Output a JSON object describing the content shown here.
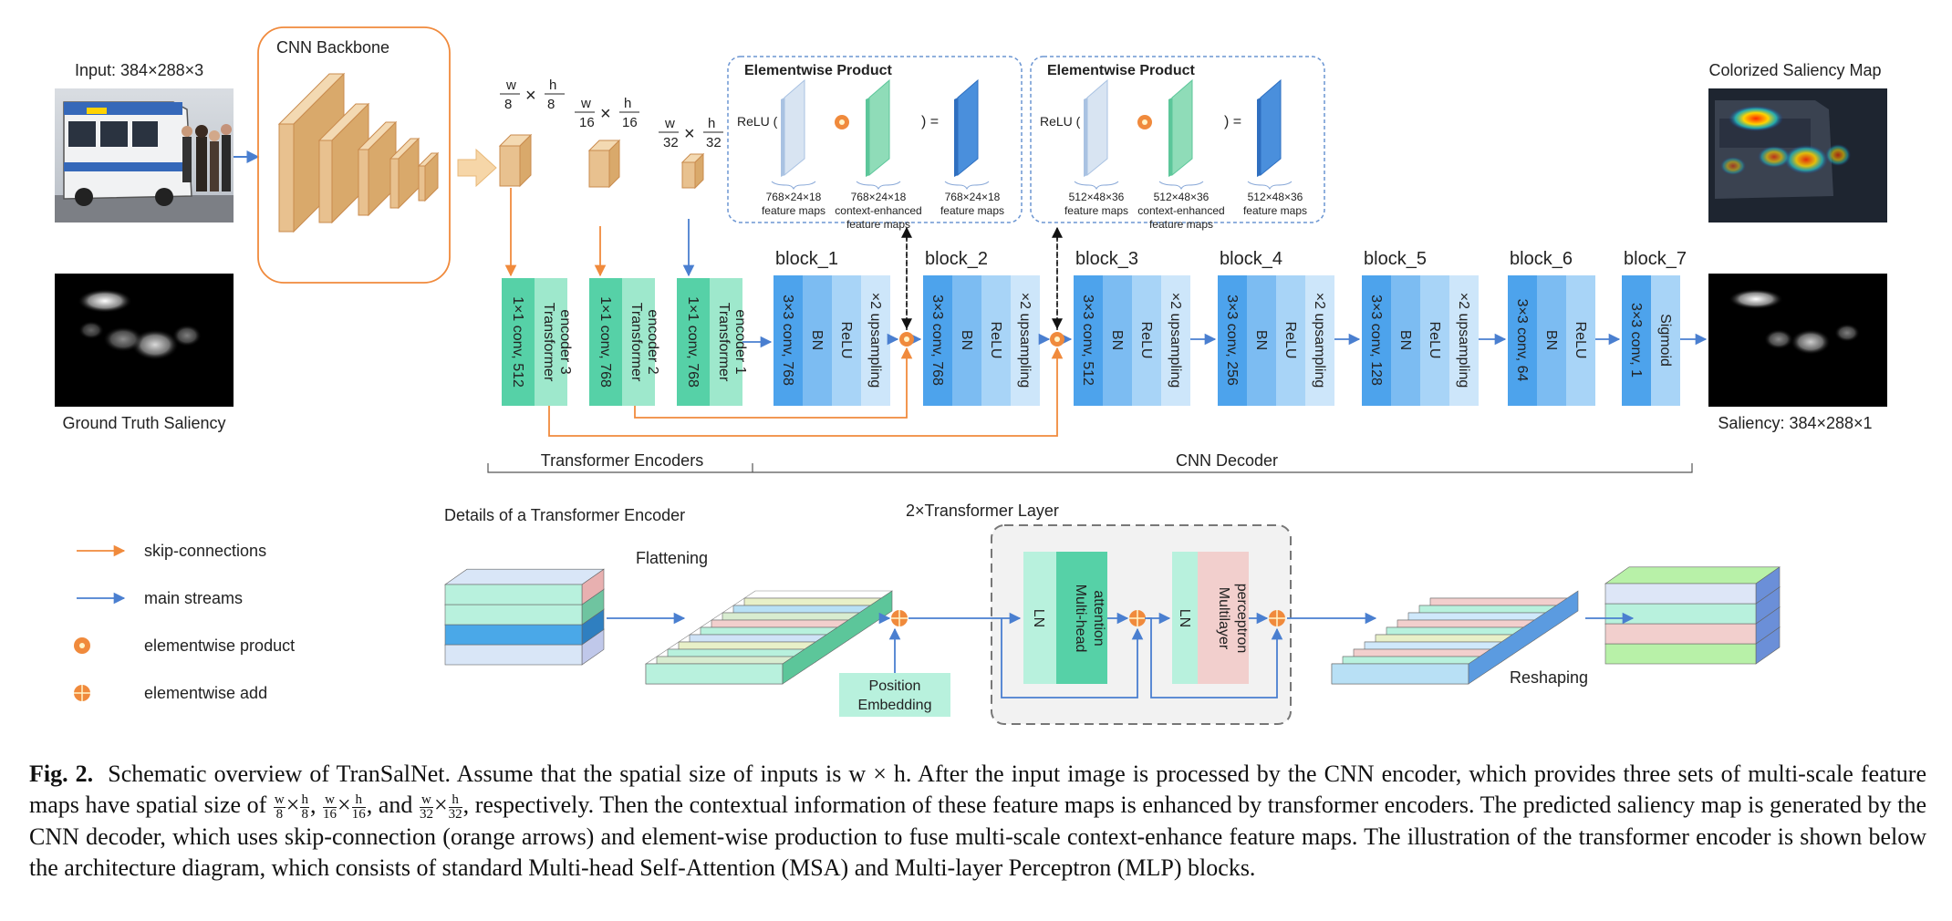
{
  "input": {
    "label": "Input: 384×288×3",
    "photo_icon": "bus-photo-icon"
  },
  "ground_truth": {
    "label": "Ground Truth Saliency"
  },
  "output": {
    "colorized_label": "Colorized Saliency Map",
    "saliency_label": "Saliency: 384×288×1"
  },
  "backbone": {
    "label": "CNN Backbone"
  },
  "scales": [
    {
      "num": "w",
      "den": "8",
      "num2": "h",
      "den2": "8"
    },
    {
      "num": "w",
      "den": "16",
      "num2": "h",
      "den2": "16"
    },
    {
      "num": "w",
      "den": "32",
      "num2": "h",
      "den2": "32"
    }
  ],
  "encoders": [
    {
      "conv": "1×1 conv, 512",
      "enc": "Transformer encoder 3"
    },
    {
      "conv": "1×1 conv, 768",
      "enc": "Transformer encoder 2"
    },
    {
      "conv": "1×1 conv, 768",
      "enc": "Transformer encoder 1"
    }
  ],
  "blocks": [
    {
      "title": "block_1",
      "layers": [
        "3×3 conv, 768",
        "BN",
        "ReLU",
        "×2 upsampling"
      ]
    },
    {
      "title": "block_2",
      "layers": [
        "3×3 conv, 768",
        "BN",
        "ReLU",
        "×2 upsampling"
      ]
    },
    {
      "title": "block_3",
      "layers": [
        "3×3 conv, 512",
        "BN",
        "ReLU",
        "×2 upsampling"
      ]
    },
    {
      "title": "block_4",
      "layers": [
        "3×3 conv, 256",
        "BN",
        "ReLU",
        "×2 upsampling"
      ]
    },
    {
      "title": "block_5",
      "layers": [
        "3×3 conv, 128",
        "BN",
        "ReLU",
        "×2 upsampling"
      ]
    },
    {
      "title": "block_6",
      "layers": [
        "3×3 conv, 64",
        "BN",
        "ReLU"
      ]
    },
    {
      "title": "block_7",
      "layers": [
        "3×3 conv, 1",
        "Sigmoid"
      ]
    }
  ],
  "products": [
    {
      "title": "Elementwise Product",
      "relu": "ReLU (",
      "eq": ") =",
      "a": [
        "768×24×18",
        "feature maps"
      ],
      "b": [
        "768×24×18",
        "context-enhanced",
        "feature maps"
      ],
      "c": [
        "768×24×18",
        "feature maps"
      ]
    },
    {
      "title": "Elementwise Product",
      "relu": "ReLU (",
      "eq": ") =",
      "a": [
        "512×48×36",
        "feature maps"
      ],
      "b": [
        "512×48×36",
        "context-enhanced",
        "feature maps"
      ],
      "c": [
        "512×48×36",
        "feature maps"
      ]
    }
  ],
  "section_labels": {
    "encoders": "Transformer Encoders",
    "decoder": "CNN Decoder"
  },
  "details": {
    "title": "Details of a Transformer Encoder",
    "flattening": "Flattening",
    "layer_box": "2×Transformer  Layer",
    "position": [
      "Position",
      "Embedding"
    ],
    "ln": "LN",
    "attention": [
      "Multi-head",
      "attention"
    ],
    "mlp": [
      "Multilayer",
      "perceptron"
    ],
    "reshaping": "Reshaping"
  },
  "legend": [
    {
      "label": "skip-connections",
      "icon": "orange-arrow-icon"
    },
    {
      "label": "main streams",
      "icon": "blue-arrow-icon"
    },
    {
      "label": "elementwise product",
      "icon": "circle-dot-icon"
    },
    {
      "label": "elementwise add",
      "icon": "circle-plus-icon"
    }
  ],
  "caption": {
    "fig": "Fig. 2.",
    "p1": "Schematic overview of TranSalNet. Assume that the spatial size of inputs is w × h. After the input image is processed by the CNN encoder, which provides three sets of multi-scale feature maps have spatial size of",
    "sep1": ",",
    "sep2": ", and",
    "p2": ", respectively. Then the contextual information of these feature maps is enhanced by transformer encoders. The predicted saliency map is generated by the CNN decoder, which uses skip-connection (orange arrows) and element-wise production to fuse multi-scale context-enhance feature maps. The illustration of the transformer encoder is shown below the architecture diagram, which consists of standard Multi-head Self-Attention (MSA) and Multi-layer Perceptron (MLP) blocks."
  },
  "colors": {
    "orange": "#f08a3c",
    "blue": "#4a7fd0",
    "backbone": "#e8c18f",
    "enc_dark": "#56d1a7",
    "enc_light": "#9ee8cc",
    "conv": "#4da3ec",
    "bn": "#7cbcf2",
    "relu": "#a8d4f7",
    "ups": "#cde6fa"
  }
}
